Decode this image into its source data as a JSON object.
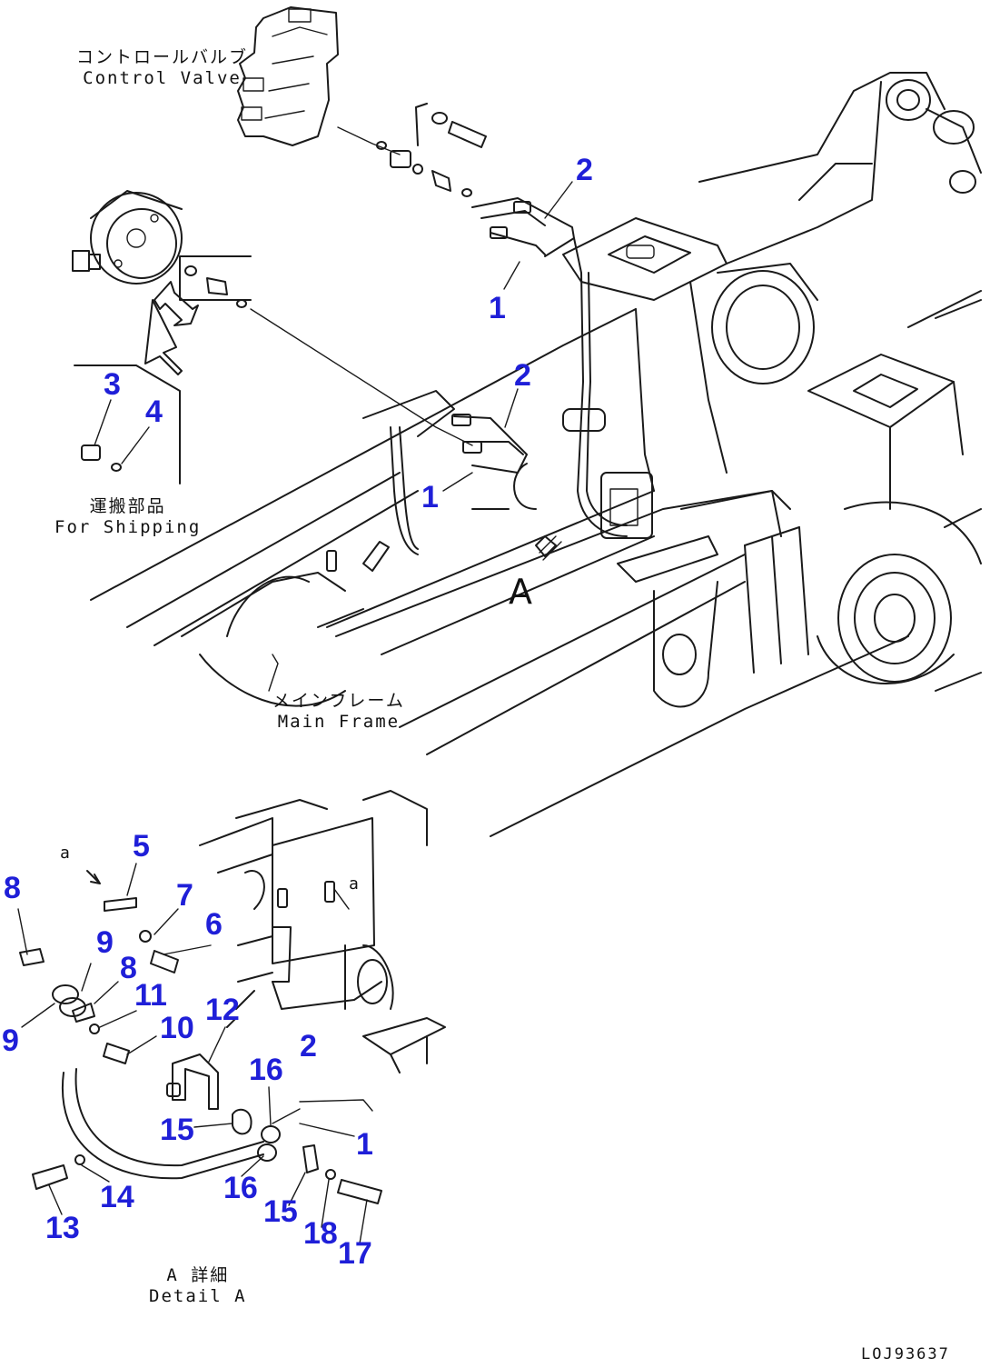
{
  "labels": {
    "control_valve_jp": "コントロールバルブ",
    "control_valve_en": "Control Valve",
    "shipping_jp": "運搬部品",
    "shipping_en": "For Shipping",
    "main_frame_jp": "メインフレーム",
    "main_frame_en": "Main Frame",
    "detail_jp": "A 詳細",
    "detail_en": "Detail A",
    "view_letter": "A",
    "view_letter_small_1": "a",
    "view_letter_small_2": "a",
    "drawing_no": "LOJ93637"
  },
  "part_numbers": [
    "2",
    "1",
    "2",
    "1",
    "3",
    "4",
    "5",
    "8",
    "7",
    "6",
    "9",
    "8",
    "11",
    "9",
    "10",
    "12",
    "2",
    "16",
    "15",
    "1",
    "16",
    "15",
    "18",
    "17",
    "14",
    "13"
  ],
  "colors": {
    "callout": "#1f1fd8",
    "line": "#1a1a1a",
    "background": "#ffffff"
  }
}
